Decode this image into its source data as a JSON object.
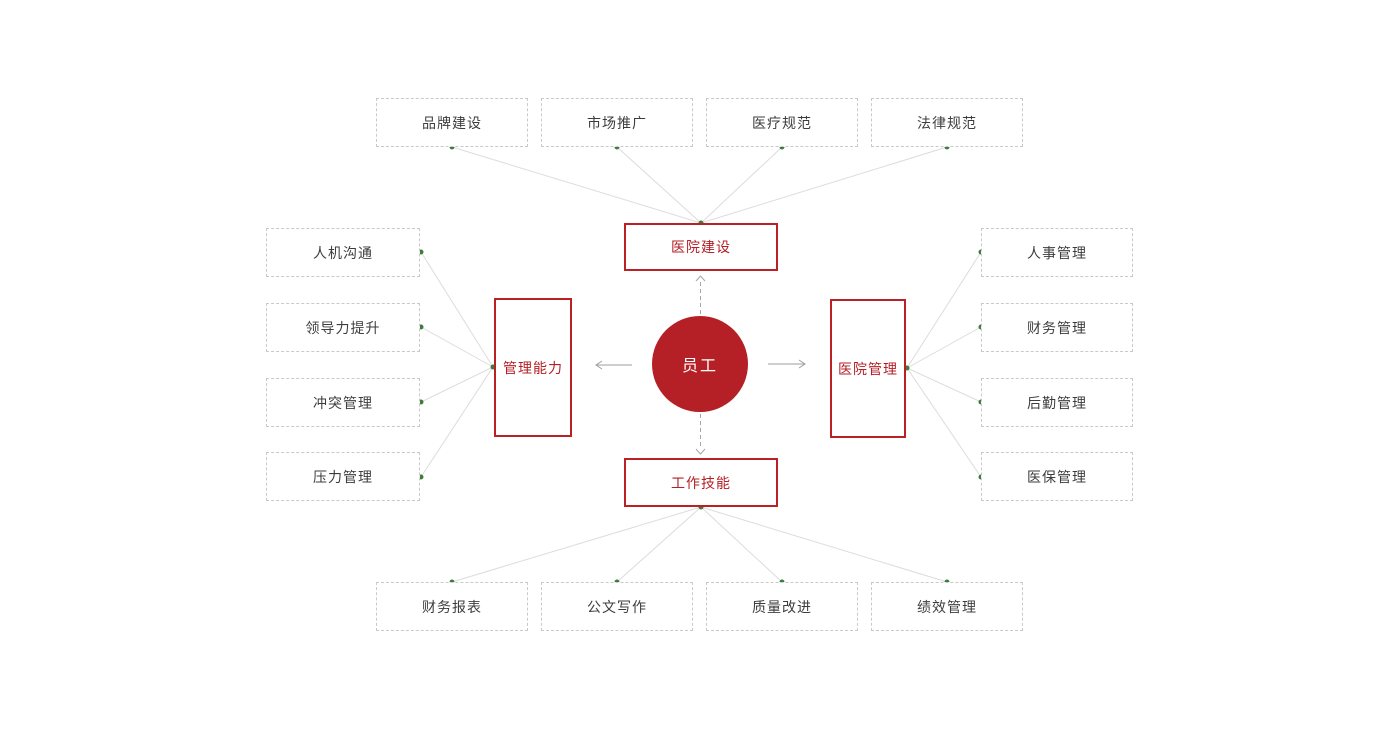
{
  "diagram": {
    "center_label": "员工",
    "branches": [
      {
        "name": "hospital-construction",
        "position": "top",
        "label": "医院建设",
        "leaves": [
          "品牌建设",
          "市场推广",
          "医疗规范",
          "法律规范"
        ]
      },
      {
        "name": "management-ability",
        "position": "left",
        "label": "管理能力",
        "leaves": [
          "人机沟通",
          "领导力提升",
          "冲突管理",
          "压力管理"
        ]
      },
      {
        "name": "hospital-management",
        "position": "right",
        "label": "医院管理",
        "leaves": [
          "人事管理",
          "财务管理",
          "后勤管理",
          "医保管理"
        ]
      },
      {
        "name": "work-skills",
        "position": "bottom",
        "label": "工作技能",
        "leaves": [
          "财务报表",
          "公文写作",
          "质量改进",
          "绩效管理"
        ]
      }
    ],
    "colors": {
      "accent_red": "#b42025",
      "branch_border_red": "#bb2025",
      "leaf_border_gray": "#c9c9c9",
      "connector_gray": "#dcdcdc",
      "arrow_gray": "#9e9e9e",
      "dot_green": "#3d7d3c",
      "leaf_text": "#3d3d3d"
    }
  }
}
